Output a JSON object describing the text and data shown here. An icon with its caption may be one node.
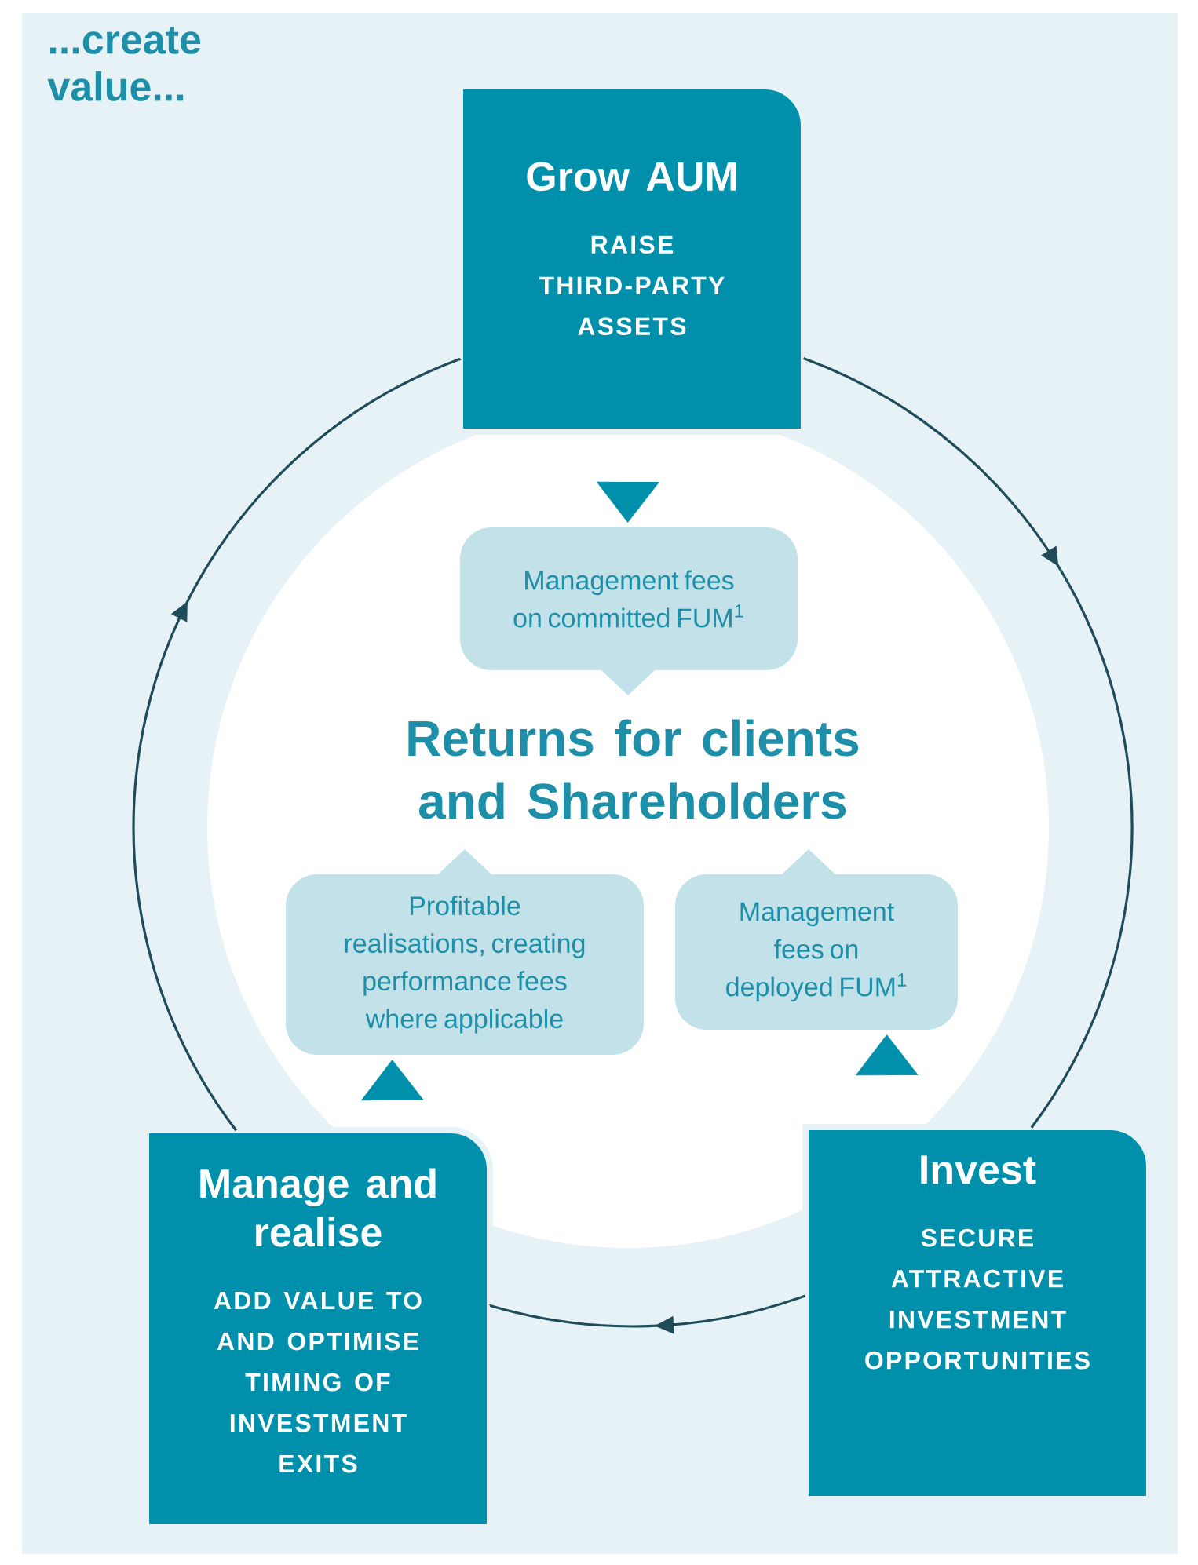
{
  "diagram": {
    "nodes": [
      {
        "text": [
          "Grow AUM",
          "RAISE THIRD-PARTY ASSETS"
        ]
      },
      {
        "text": [
          "Invest",
          "SECURE ATTRACTIVE INVESTMENT OPPORTUNITIES"
        ]
      },
      {
        "text": [
          "Manage and realise",
          "ADD VALUE TO AND OPTIMISE TIMING OF INVESTMENT EXITS"
        ]
      },
      {
        "text": [
          "Management fees on committed FUM$^{1}$"
        ]
      },
      {
        "text": [
          "Profitable realisations, creating performance fees where applicable"
        ]
      },
      {
        "text": [
          "Management fees on deployed FUM$^{1}$"
        ]
      }
    ],
    "edges": [
      {
        "from": 0,
        "to": 3,
        "arrow": "to"
      },
      {
        "from": 2,
        "to": 4,
        "arrow": "to"
      },
      {
        "from": 1,
        "to": 5,
        "arrow": "to"
      },
      {
        "from": 0,
        "to": 1,
        "arrow": "to",
        "color": "#1f4c5a"
      },
      {
        "from": 1,
        "to": 2,
        "arrow": "to",
        "color": "#1f4c5a"
      },
      {
        "from": 2,
        "to": 0,
        "arrow": "to",
        "color": "#1f4c5a"
      }
    ],
    "labels": [
      "...create value...",
      "Returns for clients and Shareholders"
    ]
  }
}
